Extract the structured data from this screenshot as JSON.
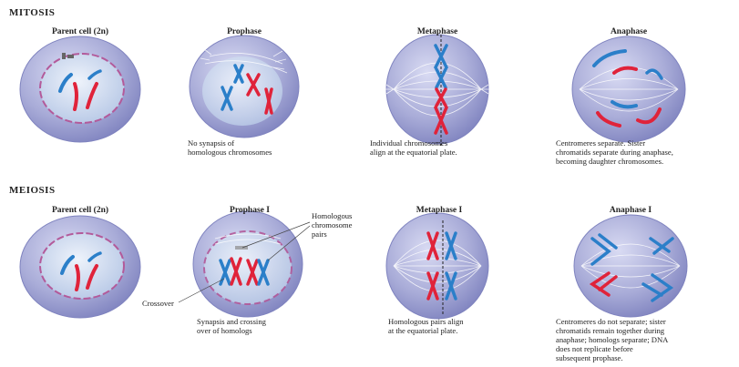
{
  "sections": {
    "mitosis": "MITOSIS",
    "meiosis": "MEIOSIS"
  },
  "mitosis": {
    "stages": [
      {
        "title": "Parent cell (2n)",
        "caption": ""
      },
      {
        "title": "Prophase",
        "caption": "No synapsis of\nhomologous chromosomes"
      },
      {
        "title": "Metaphase",
        "caption": "Individual chromosomes\nalign at the equatorial plate."
      },
      {
        "title": "Anaphase",
        "caption": "Centromeres separate. Sister\nchromatids separate during anaphase,\nbecoming daughter chromosomes."
      }
    ]
  },
  "meiosis": {
    "stages": [
      {
        "title": "Parent cell (2n)",
        "caption": ""
      },
      {
        "title": "Prophase I",
        "caption": "Synapsis and crossing\nover of homologs"
      },
      {
        "title": "Metaphase I",
        "caption": "Homologous pairs align\nat the equatorial plate."
      },
      {
        "title": "Anaphase I",
        "caption": "Centromeres do not separate;  sister\nchromatids remain together during\nanaphase; homologs separate; DNA\ndoes not replicate before\nsubsequent prophase."
      }
    ],
    "callouts": {
      "homologous_pairs": "Homologous\nchromosome\npairs",
      "crossover": "Crossover"
    }
  },
  "colors": {
    "cell_fill": "#a9acd8",
    "cell_edge": "#7f83bf",
    "nucleus_fill": "#c8d6ee",
    "membrane": "#b35a9a",
    "chromosome_red": "#e0233a",
    "chromosome_blue": "#2b7fc9",
    "spindle": "#ffffff"
  }
}
